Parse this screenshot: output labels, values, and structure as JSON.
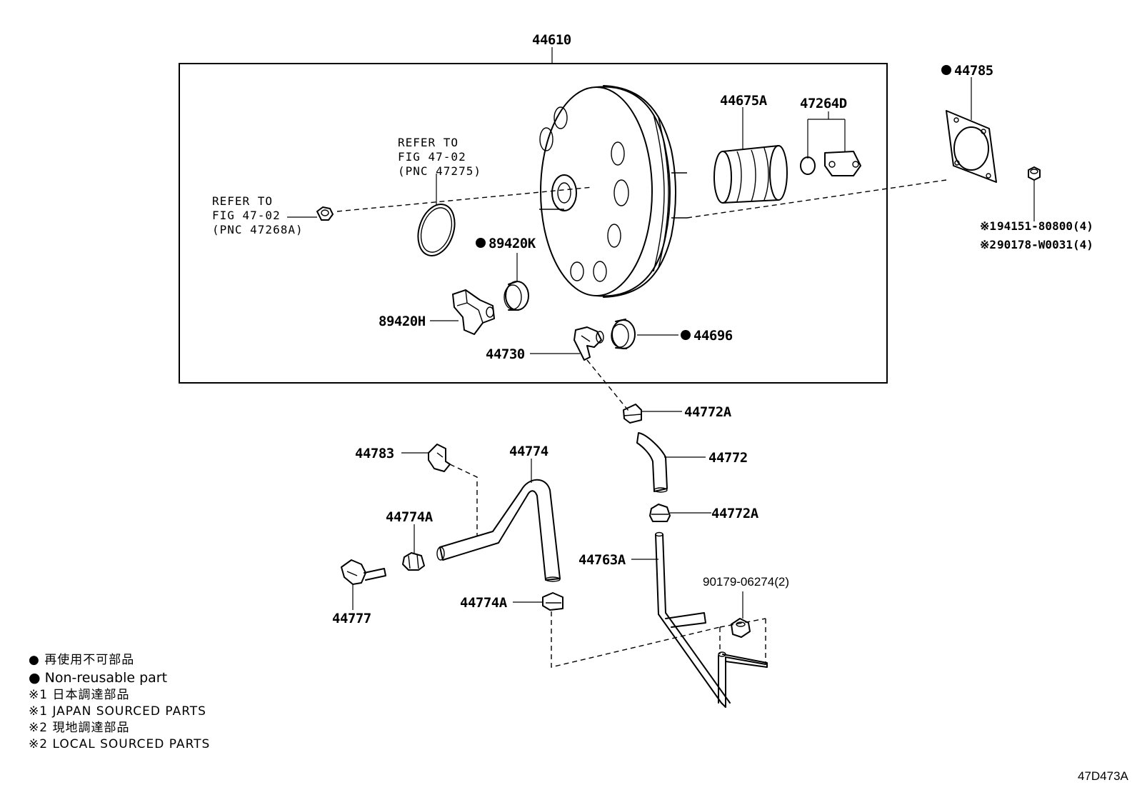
{
  "diagram": {
    "assembly_label": "44610",
    "figure_code": "47D473A",
    "labels": {
      "p44785": "44785",
      "p44675A": "44675A",
      "p47264D": "47264D",
      "p89420K": "89420K",
      "p89420H": "89420H",
      "p44730": "44730",
      "p44696": "44696",
      "p44772A_top": "44772A",
      "p44772": "44772",
      "p44772A_mid": "44772A",
      "p44783": "44783",
      "p44774": "44774",
      "p44774A_left": "44774A",
      "p44774A_bottom": "44774A",
      "p44763A": "44763A",
      "p44777": "44777",
      "p90179": "90179-06274(2)",
      "bolt_1": "94151-80800(4)",
      "bolt_2": "90178-W0031(4)",
      "bolt_1_mark": "※1",
      "bolt_2_mark": "※2"
    },
    "refer_top": [
      "REFER TO",
      "FIG 47-02",
      "(PNC 47275)"
    ],
    "refer_left": [
      "REFER TO",
      "FIG 47-02",
      "(PNC 47268A)"
    ],
    "non_reusable_marker": "●"
  },
  "legend": [
    "● 再使用不可部品",
    "● Non-reusable part",
    "※1 日本調達部品",
    "※1 JAPAN SOURCED PARTS",
    "※2 現地調達部品",
    "※2 LOCAL SOURCED PARTS"
  ]
}
